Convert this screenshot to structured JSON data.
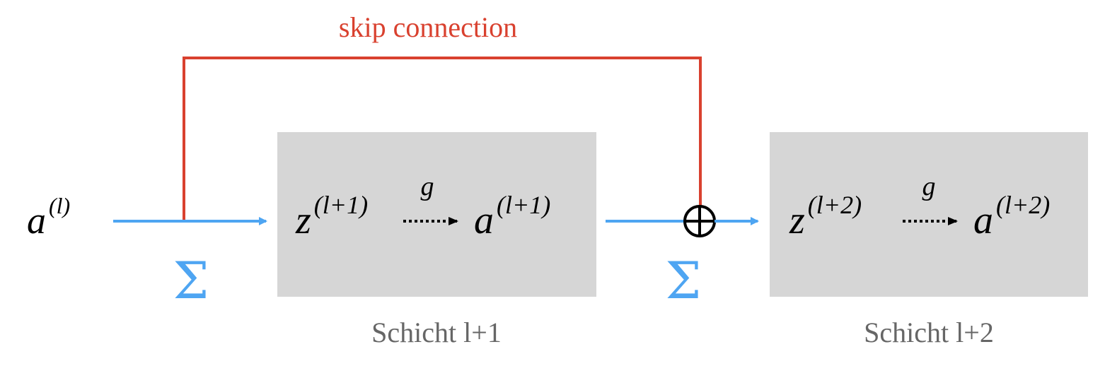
{
  "colors": {
    "skip": "#d9412f",
    "flow": "#4ea5f2",
    "box": "#d6d6d6",
    "ink": "#000000",
    "caption": "#666666"
  },
  "skip_label": "skip connection",
  "input": {
    "base": "a",
    "sup": "(l)"
  },
  "sum_symbol": "Σ",
  "activation_label": "g",
  "layers": [
    {
      "z_base": "z",
      "z_sup": "(l+1)",
      "a_base": "a",
      "a_sup": "(l+1)",
      "caption": "Schicht l+1"
    },
    {
      "z_base": "z",
      "z_sup": "(l+2)",
      "a_base": "a",
      "a_sup": "(l+2)",
      "caption": "Schicht l+2"
    }
  ],
  "adder_symbol": "⊕"
}
